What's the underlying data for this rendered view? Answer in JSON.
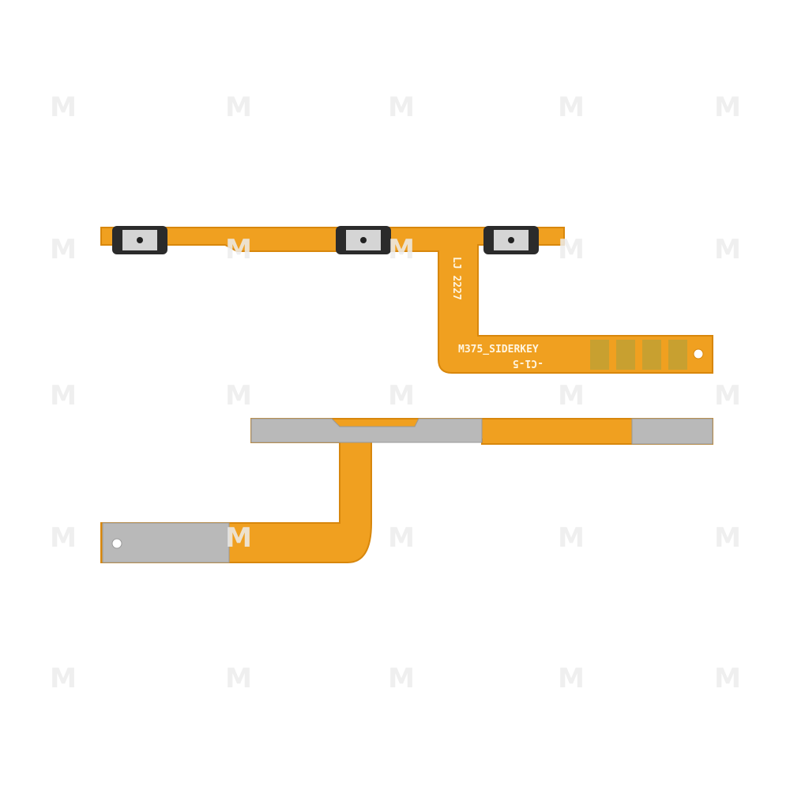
{
  "product": {
    "watermark_logo": "M",
    "labels": {
      "date_code": "LJ 2227",
      "model": "M375_SIDERKEY",
      "revision": "-C1-5"
    }
  },
  "colors": {
    "flex": "#f0a020",
    "flex_edge": "#d8870c",
    "metal": "#b9b9b9",
    "gold_pad": "#c8a030",
    "button": "#2b2b2b",
    "watermark": "#ececec"
  }
}
